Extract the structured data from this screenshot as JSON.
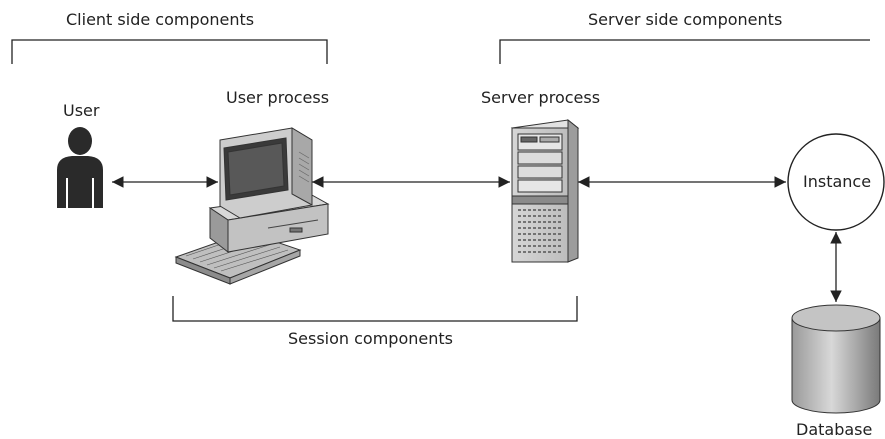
{
  "labels": {
    "client_side": "Client side components",
    "server_side": "Server side components",
    "user": "User",
    "user_process": "User process",
    "server_process": "Server process",
    "instance": "Instance",
    "session": "Session components",
    "database": "Database"
  },
  "icons": {
    "user": "person-silhouette-icon",
    "user_process": "desktop-computer-icon",
    "server_process": "tower-server-icon",
    "instance": "circle",
    "database": "cylinder-database-icon"
  },
  "colors": {
    "line": "#222222",
    "icon_dark": "#2a2a2a",
    "icon_mid": "#8a8a8a",
    "icon_light": "#cfcfcf",
    "icon_screen": "#3a3a3a"
  }
}
